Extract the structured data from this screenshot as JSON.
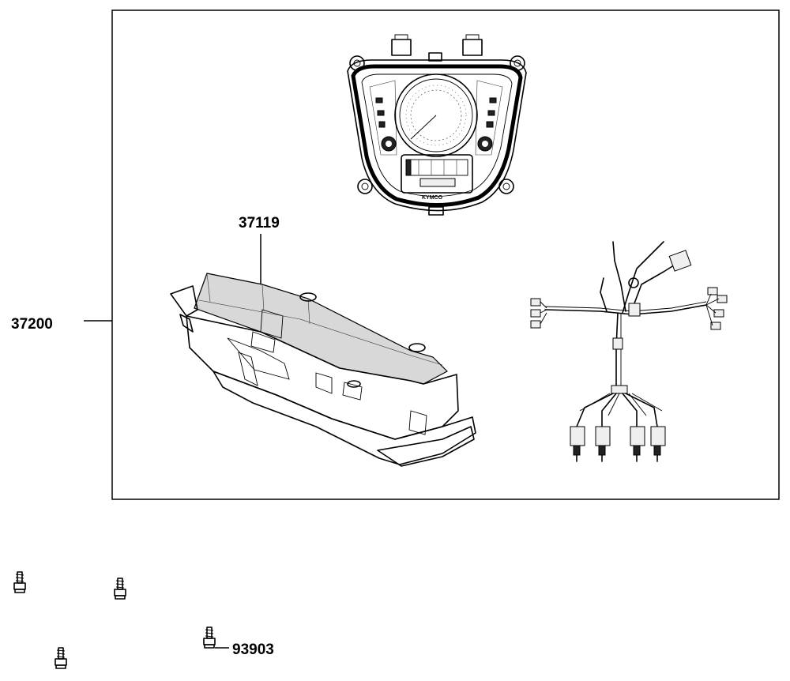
{
  "labels": {
    "assembly": "37200",
    "meter_case": "37119",
    "screw": "93903"
  },
  "dashboard_brand": "KYMCO",
  "colors": {
    "ink": "#000000",
    "background": "#ffffff"
  }
}
